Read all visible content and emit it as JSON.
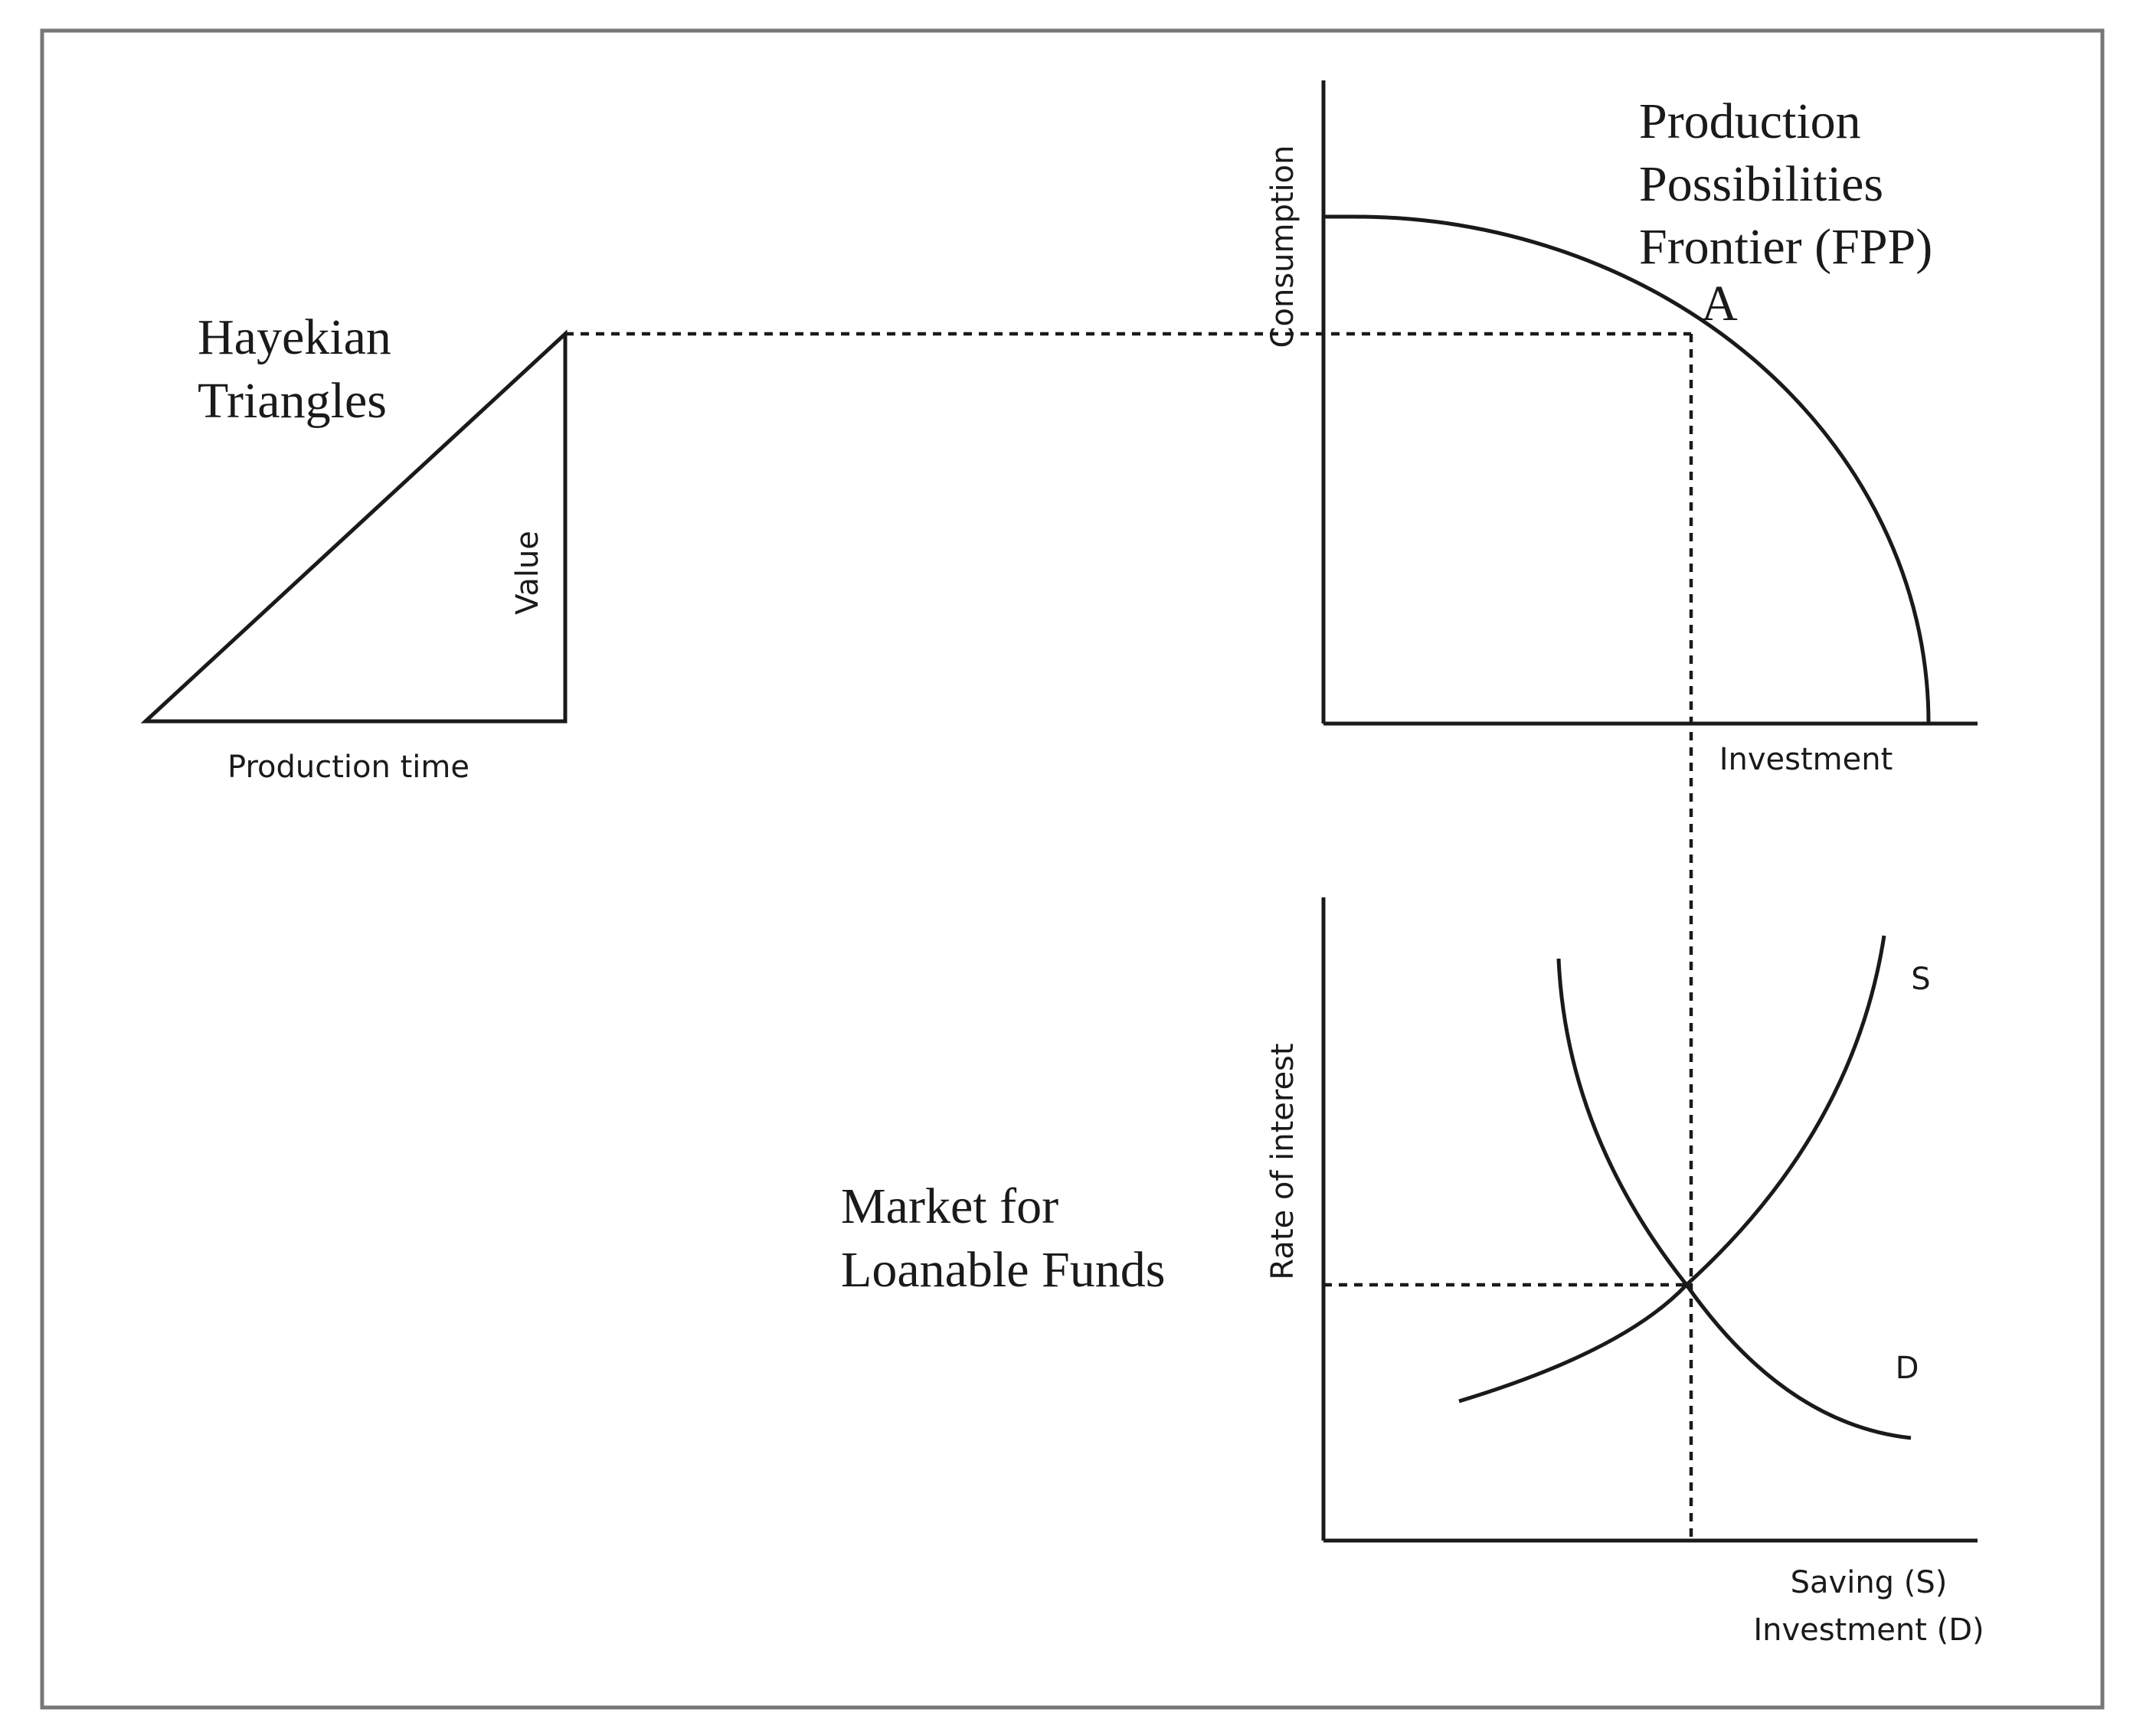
{
  "hayekian": {
    "title_lines": [
      "Hayekian",
      "Triangles"
    ],
    "x_label": "Production time",
    "y_label": "Value"
  },
  "ppf": {
    "title_lines": [
      "Production",
      "Possibilities",
      "Frontier (FPP)"
    ],
    "point_label": "A",
    "y_label": "Consumption",
    "x_label": "Investment"
  },
  "loanable_funds": {
    "title_lines": [
      "Market for",
      "Loanable Funds"
    ],
    "y_label": "Rate of interest",
    "x_label_lines": [
      "Saving (S)",
      "Investment (D)"
    ],
    "supply_label": "S",
    "demand_label": "D"
  }
}
